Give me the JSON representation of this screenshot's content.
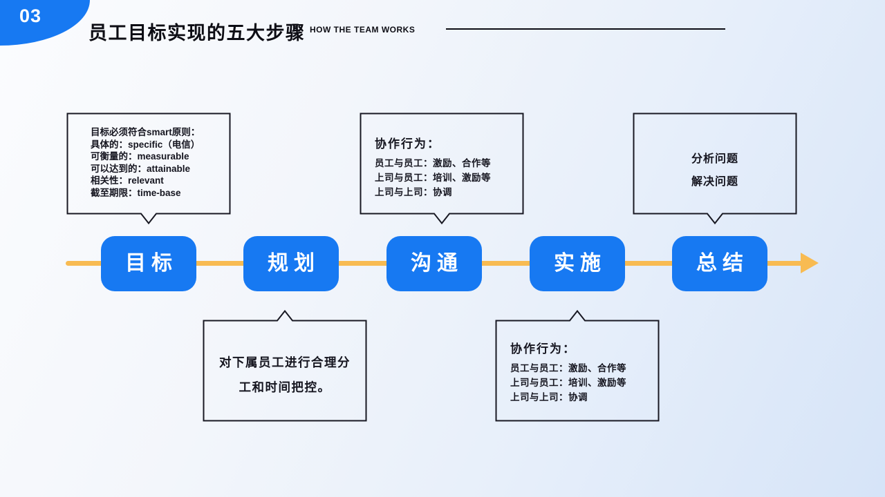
{
  "header": {
    "slide_number": "03",
    "title": "员工目标实现的五大步骤",
    "subtitle": "HOW THE TEAM WORKS"
  },
  "steps": [
    {
      "label": "目标"
    },
    {
      "label": "规划"
    },
    {
      "label": "沟通"
    },
    {
      "label": "实施"
    },
    {
      "label": "总结"
    }
  ],
  "callouts": {
    "goal": {
      "lines": [
        "目标必须符合smart原则：",
        "具体的：specific（电信）",
        "可衡量的：measurable",
        "可以达到的：attainable",
        "相关性：relevant",
        "截至期限：time-base"
      ]
    },
    "planning": {
      "lines": [
        "对下属员工进行合理分",
        "工和时间把控。"
      ]
    },
    "communication": {
      "heading": "协作行为：",
      "lines": [
        "员工与员工：激励、合作等",
        "上司与员工：培训、激励等",
        "上司与上司：协调"
      ]
    },
    "implementation": {
      "heading": "协作行为：",
      "lines": [
        "员工与员工：激励、合作等",
        "上司与员工：培训、激励等",
        "上司与上司：协调"
      ]
    },
    "summary": {
      "lines": [
        "分析问题",
        "解决问题"
      ]
    }
  },
  "colors": {
    "accent_blue": "#1779f2",
    "arrow_yellow": "#f8bb52",
    "outline_dark": "#181822",
    "title_text": "#0d0d14"
  }
}
